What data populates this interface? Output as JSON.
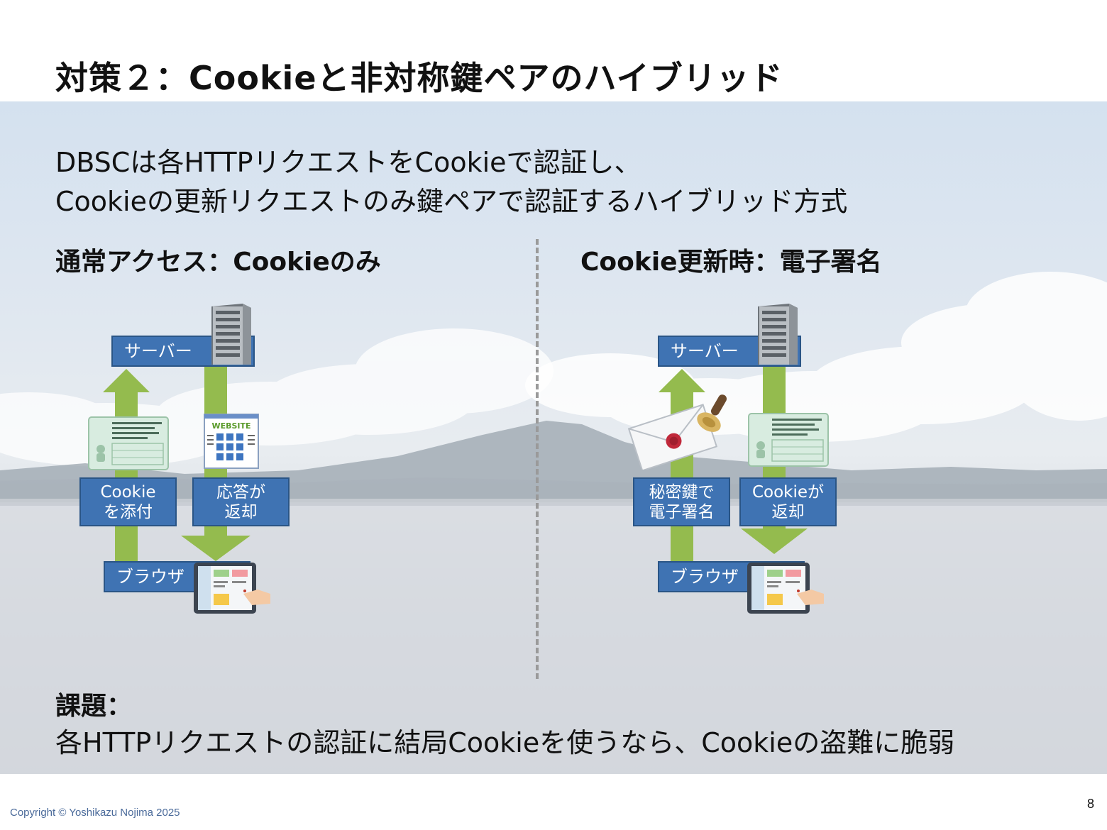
{
  "slide": {
    "title": "対策２：Cookieと非対称鍵ペアのハイブリッド",
    "intro_line1": "DBSCは各HTTPリクエストをCookieで認証し、",
    "intro_line2": "Cookieの更新リクエストのみ鍵ペアで認証するハイブリッド方式",
    "issue_label": "課題：",
    "issue_text": "各HTTPリクエストの認証に結局Cookieを使うなら、Cookieの盗難に脆弱",
    "copyright": "Copyright © Yoshikazu Nojima 2025",
    "page_number": "8"
  },
  "left_panel": {
    "heading": "通常アクセス：Cookieのみ",
    "server_label": "サーバー",
    "browser_label": "ブラウザ",
    "up_label_1": "Cookie",
    "up_label_2": "を添付",
    "down_label_1": "応答が",
    "down_label_2": "返却",
    "website_text": "WEBSITE"
  },
  "right_panel": {
    "heading": "Cookie更新時：電子署名",
    "server_label": "サーバー",
    "browser_label": "ブラウザ",
    "up_label_1": "秘密鍵で",
    "up_label_2": "電子署名",
    "down_label_1": "Cookieが",
    "down_label_2": "返却"
  },
  "colors": {
    "box_fill": "#3f73b3",
    "arrow_green": "#94bb4e"
  },
  "icons": [
    "server-icon",
    "cookie-card-icon",
    "website-icon",
    "tablet-icon",
    "sealed-envelope-icon",
    "wax-stamp-icon"
  ]
}
